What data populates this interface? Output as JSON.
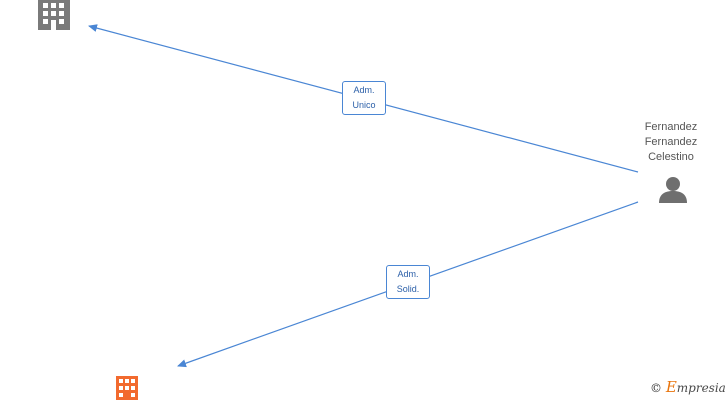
{
  "nodes": {
    "company_top": {
      "icon": "building-icon",
      "color": "#7a7a7a"
    },
    "company_bottom": {
      "icon": "building-icon",
      "color": "#f26a2e"
    },
    "person": {
      "icon": "person-icon",
      "color": "#6f6f6f",
      "name_lines": [
        "Fernandez",
        "Fernandez",
        "Celestino"
      ]
    }
  },
  "edges": [
    {
      "from": "person",
      "to": "company_top",
      "label_lines": [
        "Adm.",
        "Unico"
      ]
    },
    {
      "from": "person",
      "to": "company_bottom",
      "label_lines": [
        "Adm.",
        "Solid."
      ]
    }
  ],
  "colors": {
    "edge": "#4a86d4"
  },
  "footer": {
    "copyright": "©",
    "brand_initial": "E",
    "brand_rest": "mpresia"
  }
}
